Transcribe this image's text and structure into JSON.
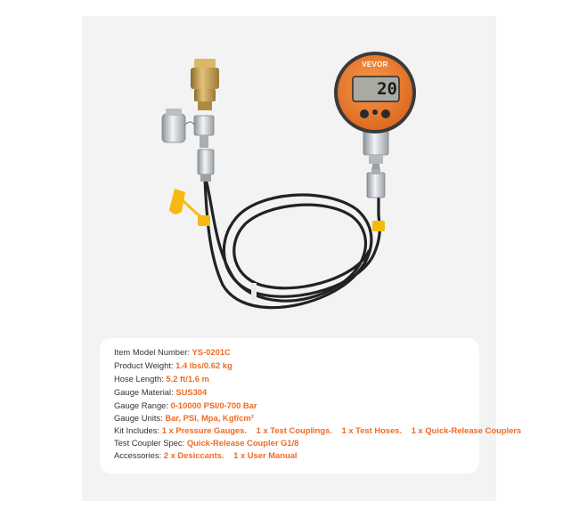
{
  "gauge": {
    "brand": "VEVOR",
    "reading": "20"
  },
  "colors": {
    "accent": "#f06a24",
    "gauge_bezel": "#ef7d2c",
    "hose": "#222222",
    "yellow_clip": "#f5b912",
    "brass": "#c9a24b",
    "steel": "#c8ccd0"
  },
  "specs": [
    {
      "label": "Item Model Number:",
      "values": [
        "YS-0201C"
      ]
    },
    {
      "label": "Product Weight:",
      "values": [
        "1.4 lbs/0.62 kg"
      ]
    },
    {
      "label": "Hose Length:",
      "values": [
        "5.2 ft/1.6 m"
      ]
    },
    {
      "label": "Gauge Material:",
      "values": [
        "SUS304"
      ]
    },
    {
      "label": "Gauge Range:",
      "values": [
        "0-10000 PSI/0-700 Bar"
      ]
    },
    {
      "label": "Gauge Units:",
      "values": [
        "Bar, PSI, Mpa, Kgf/cm²"
      ]
    },
    {
      "label": "Kit Includes:",
      "values": [
        "1 x Pressure Gauges.",
        "1 x Test Couplings.",
        "1 x Test Hoses.",
        "1 x Quick-Release Couplers"
      ]
    },
    {
      "label": "Test Coupler Spec:",
      "values": [
        "Quick-Release Coupler G1/8"
      ]
    },
    {
      "label": "Accessories:",
      "values": [
        "2 x Desiccants.",
        "1 x User Manual"
      ]
    }
  ]
}
